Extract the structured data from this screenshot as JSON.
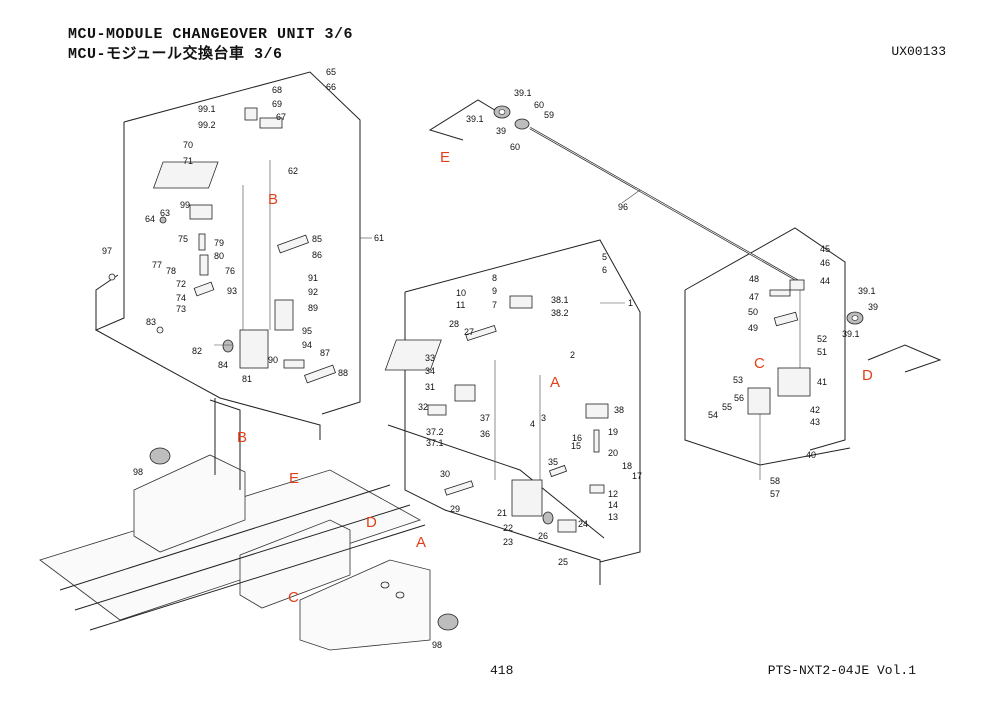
{
  "header": {
    "title_en": "MCU-MODULE CHANGEOVER UNIT  3/6",
    "title_jp": "MCU-モジュール交換台車  3/6",
    "doc_code": "UX00133"
  },
  "footer": {
    "page_number": "418",
    "manual_id": "PTS-NXT2-04JE  Vol.1"
  },
  "colors": {
    "section_label": "#e0401a",
    "line": "#222222"
  },
  "section_labels": [
    "A",
    "B",
    "C",
    "D",
    "E"
  ],
  "assemblies": {
    "B": {
      "callout": "61",
      "parts": [
        "65",
        "66",
        "68",
        "69",
        "67",
        "99.1",
        "99.2",
        "70",
        "71",
        "62",
        "99",
        "64",
        "63",
        "75",
        "79",
        "80",
        "77",
        "78",
        "76",
        "72",
        "74",
        "73",
        "93",
        "85",
        "86",
        "91",
        "92",
        "89",
        "95",
        "94",
        "83",
        "82",
        "84",
        "81",
        "90",
        "87",
        "88",
        "97"
      ]
    },
    "A": {
      "callout": "1",
      "parts": [
        "5",
        "6",
        "8",
        "9",
        "7",
        "38.1",
        "38.2",
        "10",
        "11",
        "28",
        "27",
        "2",
        "33",
        "34",
        "31",
        "32",
        "37",
        "36",
        "37.2",
        "37.1",
        "4",
        "3",
        "38",
        "16",
        "19",
        "15",
        "20",
        "18",
        "17",
        "35",
        "30",
        "29",
        "12",
        "14",
        "13",
        "21",
        "22",
        "23",
        "26",
        "24",
        "25"
      ]
    },
    "C": {
      "callout": "40",
      "parts": [
        "45",
        "46",
        "44",
        "48",
        "47",
        "50",
        "49",
        "52",
        "51",
        "53",
        "41",
        "56",
        "55",
        "54",
        "42",
        "43",
        "58",
        "57",
        "39.1",
        "39"
      ]
    },
    "E": {
      "callout": "96",
      "parts": [
        "39.1",
        "39",
        "60",
        "59"
      ]
    },
    "machine": {
      "parts": [
        "98"
      ]
    }
  }
}
